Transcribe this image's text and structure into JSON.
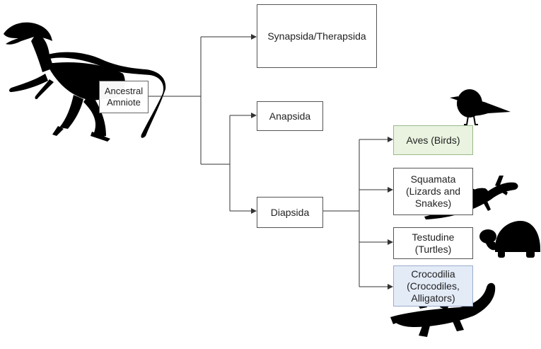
{
  "nodes": {
    "ancestral": "Ancestral\nAmniote",
    "synapsida": "Synapsida/Therapsida",
    "anapsida": "Anapsida",
    "diapsida": "Diapsida",
    "aves": "Aves (Birds)",
    "squamata": "Squamata\n(Lizards and\nSnakes)",
    "testudine": "Testudine\n(Turtles)",
    "crocodilia": "Crocodilia\n(Crocodiles,\nAlligators)"
  },
  "icons": {
    "dinosaur": "dinosaur-silhouette-icon",
    "bird": "bird-silhouette-icon",
    "lizard": "lizard-silhouette-icon",
    "turtle": "turtle-silhouette-icon",
    "crocodile": "crocodile-silhouette-icon"
  },
  "colors": {
    "line": "#333333",
    "silhouette": "#000000",
    "aves_fill": "#e9f3df",
    "crocodilia_fill": "#e3ebf7"
  }
}
